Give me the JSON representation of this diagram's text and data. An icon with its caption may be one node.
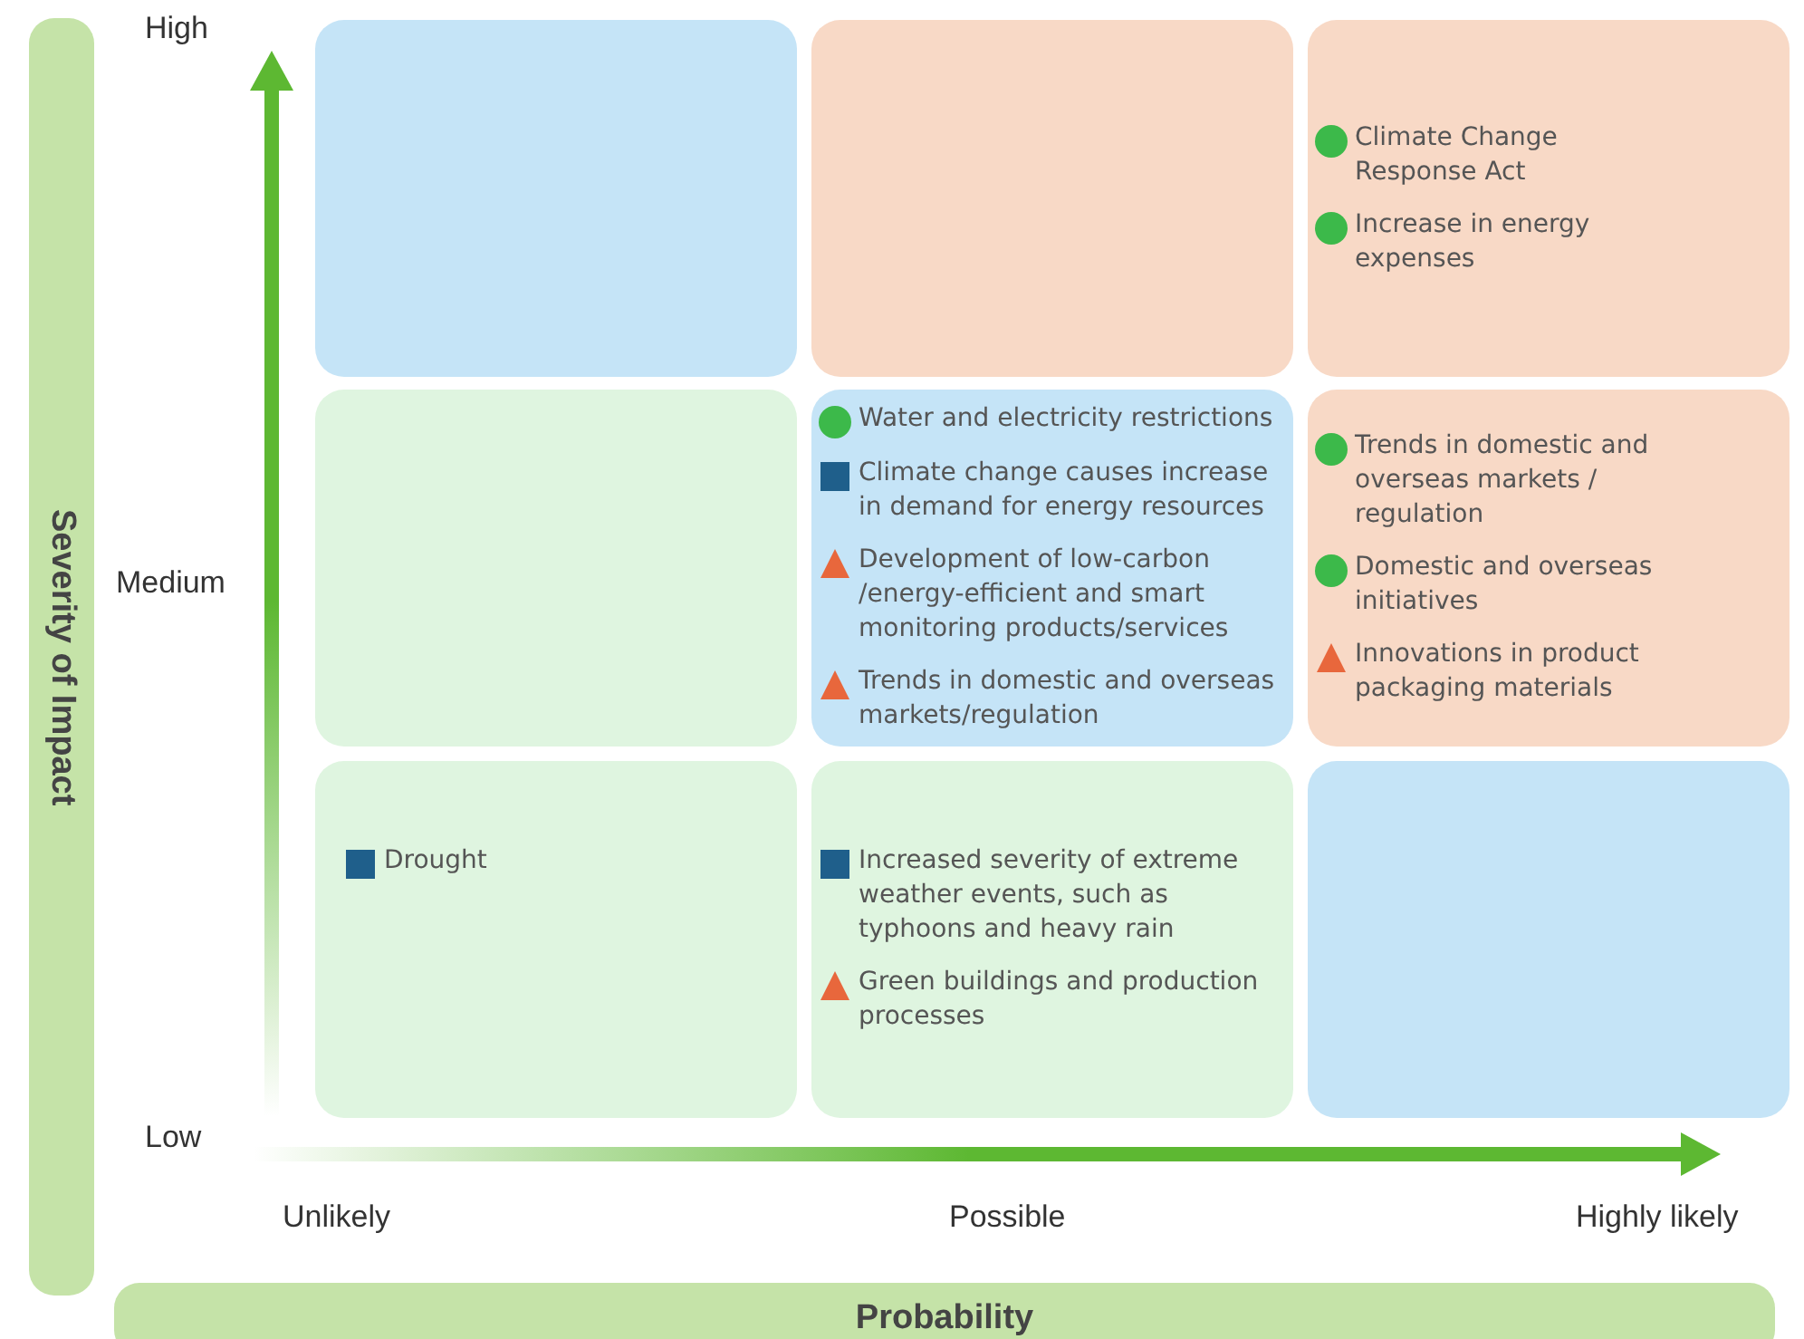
{
  "diagram": {
    "nodes": [
      {
        "text": [
          "Severity of Impact"
        ]
      },
      {
        "text": [],
        "shape": "box"
      },
      {
        "text": [],
        "shape": "box"
      },
      {
        "text": [
          "Climate Change Response Act",
          "Increase in energy expenses"
        ]
      },
      {
        "text": [],
        "shape": "box"
      },
      {
        "text": [
          "Water and electricity restrictions",
          "Climate change causes increase in demand for energy resources",
          "Development of low-carbon /energy-efficient and smart monitoring products/services",
          "Trends in domestic and overseas markets/regulation"
        ]
      },
      {
        "text": [
          "Trends in domestic and overseas markets / regulation",
          "Domestic and overseas initiatives",
          "Innovations in product packaging materials"
        ]
      },
      {
        "text": [
          "Drought"
        ]
      },
      {
        "text": [
          "Increased severity of extreme weather events, such as typhoons and heavy rain",
          "Green buildings and production processes"
        ]
      },
      {
        "text": [],
        "shape": "box"
      },
      {
        "text": [
          "Probability"
        ]
      }
    ],
    "labels": [
      "High",
      "Medium",
      "Low",
      "Unlikely",
      "Possible",
      "Highly likely"
    ]
  }
}
